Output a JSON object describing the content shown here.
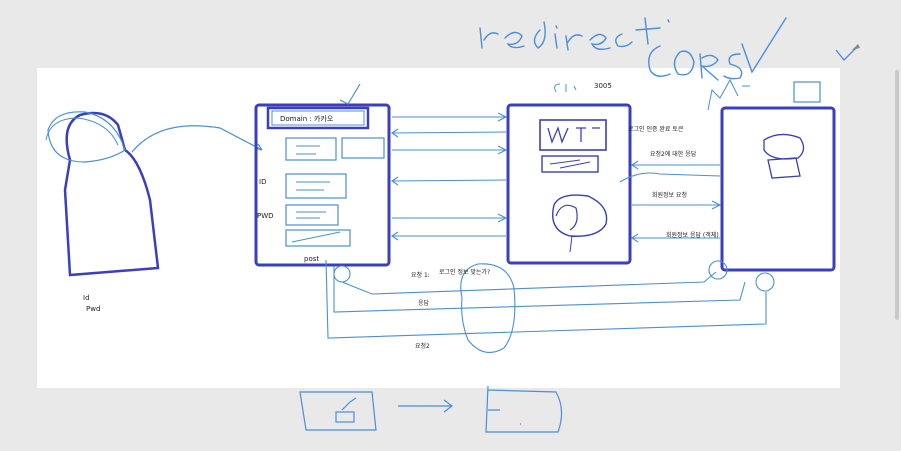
{
  "labels": {
    "port": "3005",
    "domain": "Domain : 카카오",
    "id_field": "ID",
    "pwd_field": "PWD",
    "post": "post",
    "user_id": "Id",
    "user_pwd": "Pwd",
    "login_token": "로그인 인증 완료 토큰",
    "req2_response": "요청2에 대한 응답",
    "member_info_req": "회원정보 요청",
    "member_info_res": "회원정보 응답 (객체)",
    "req1_label": "요청 1:",
    "req1_question": "로그인 정보 맞는가?",
    "response": "응답",
    "req2": "요청2"
  },
  "colors": {
    "ink_blue": "#3a3fbf",
    "pen_blue": "#4a8fd8",
    "canvas": "#ffffff",
    "backdrop": "#e9e9e9"
  }
}
